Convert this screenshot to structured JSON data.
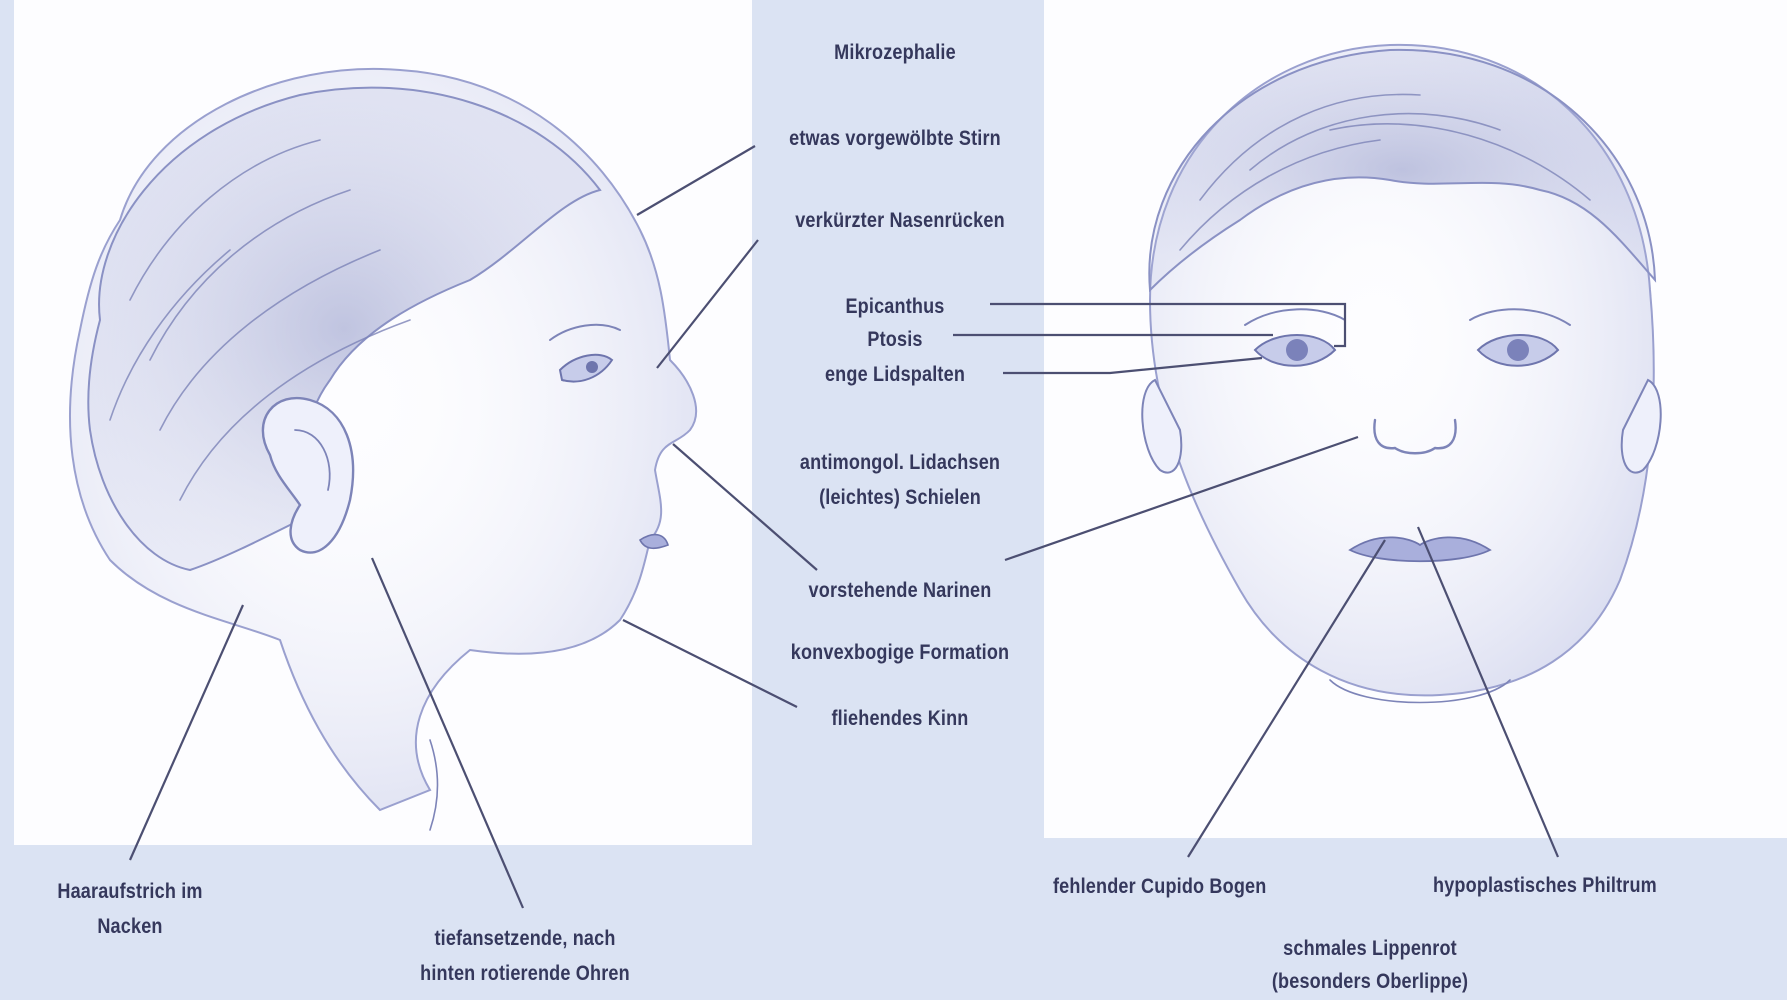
{
  "labels": {
    "mikrozephalie": "Mikrozephalie",
    "stirn": "etwas vorgewölbte Stirn",
    "nasenruecken": "verkürzter Nasenrücken",
    "epicanthus": "Epicanthus",
    "ptosis": "Ptosis",
    "lidspalten": "enge Lidspalten",
    "lidachsen_1": "antimongol. Lidachsen",
    "lidachsen_2": "(leichtes) Schielen",
    "narinen": "vorstehende Narinen",
    "formation": "konvexbogige Formation",
    "kinn": "fliehendes Kinn",
    "haar_1": "Haaraufstrich im",
    "haar_2": "Nacken",
    "ohren_1": "tiefansetzende, nach",
    "ohren_2": "hinten rotierende Ohren",
    "cupido": "fehlender Cupido Bogen",
    "philtrum": "hypoplastisches Philtrum",
    "lippenrot_1": "schmales Lippenrot",
    "lippenrot_2": "(besonders Oberlippe)"
  },
  "colors": {
    "background": "#dbe3f3",
    "panel": "#fdfdff",
    "text": "#35385c",
    "leader_line": "#4c4f72",
    "sketch": "#7d84b8"
  }
}
